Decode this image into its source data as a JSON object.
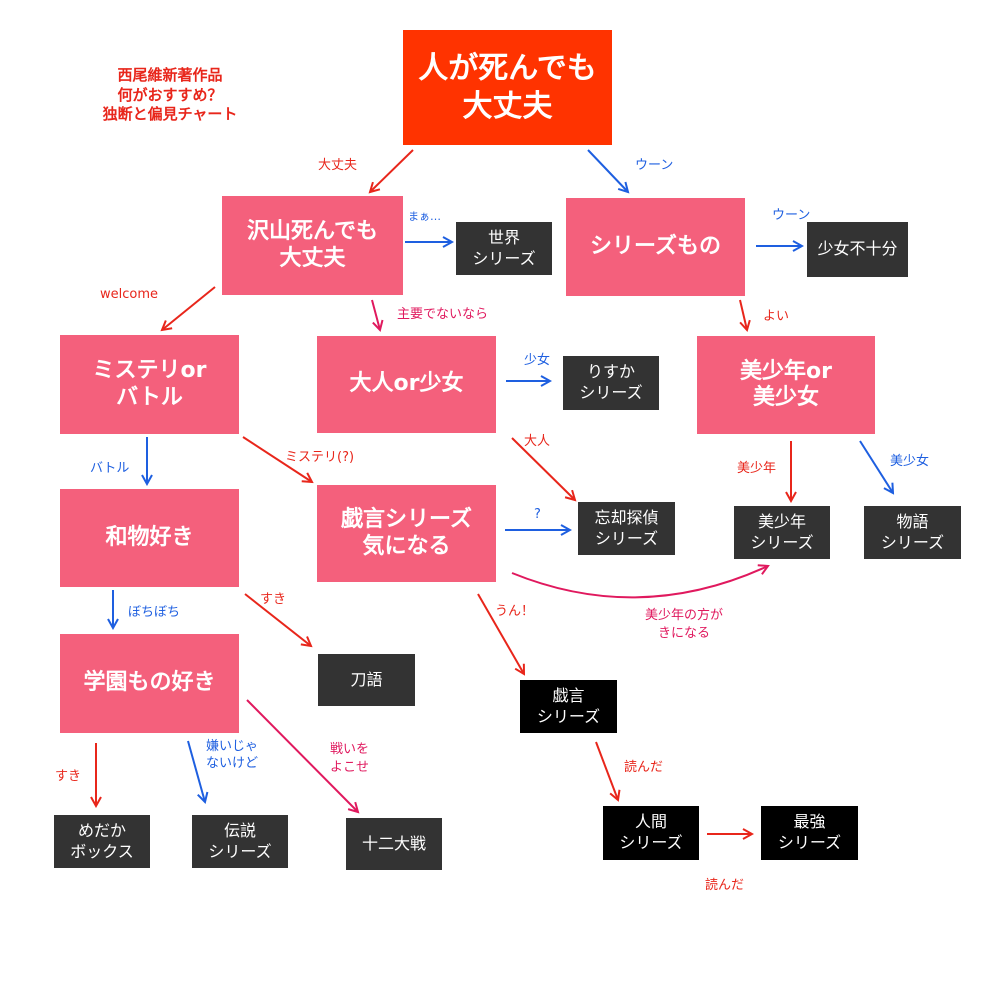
{
  "title_lines": [
    "西尾維新著作品",
    "何がおすすめ？",
    "独断と偏見チャート"
  ],
  "colors": {
    "root": "#ff3300",
    "question": "#f4607c",
    "result_dark": "#333333",
    "result_black": "#000000",
    "arrow_red": "#e8261b",
    "arrow_blue": "#1e5fe0",
    "arrow_pink": "#e0195e"
  },
  "nodes": {
    "root": "人が死んでも\n大丈夫",
    "q_many_deaths": "沢山死んでも\n大丈夫",
    "q_series": "シリーズもの",
    "q_mystery_battle": "ミステリor\nバトル",
    "q_adult_girl": "大人or少女",
    "q_bishonen": "美少年or\n美少女",
    "q_wamono": "和物好き",
    "q_zaregoto": "戯言シリーズ\n気になる",
    "q_gakuen": "学園もの好き",
    "r_sekai": "世界\nシリーズ",
    "r_shojo_fujubun": "少女不十分",
    "r_risuka": "りすか\nシリーズ",
    "r_bokyaku": "忘却探偵\nシリーズ",
    "r_bishonen": "美少年\nシリーズ",
    "r_monogatari": "物語\nシリーズ",
    "r_katanagatari": "刀語",
    "r_zaregoto": "戯言\nシリーズ",
    "r_medaka": "めだか\nボックス",
    "r_densetsu": "伝説\nシリーズ",
    "r_juni": "十二大戦",
    "r_ningen": "人間\nシリーズ",
    "r_saikyo": "最強\nシリーズ"
  },
  "labels": {
    "daijobu": "大丈夫",
    "uun_1": "ウーン",
    "maa": "まぁ…",
    "uun_2": "ウーン",
    "welcome": "welcome",
    "shuyo": "主要でないなら",
    "yoi": "よい",
    "shojo": "少女",
    "otona": "大人",
    "battle": "バトル",
    "mystery": "ミステリ(?)",
    "question": "?",
    "bishonen_l": "美少年",
    "bishojo_l": "美少女",
    "bishonen_ki": "美少年の方が\nきになる",
    "botsubotsu": "ぼちぼち",
    "suki_1": "すき",
    "un": "うん！",
    "suki_2": "すき",
    "kirai": "嫌いじゃ\nないけど",
    "tatakai": "戦いを\nよこせ",
    "yonda_1": "読んだ",
    "yonda_2": "読んだ"
  }
}
